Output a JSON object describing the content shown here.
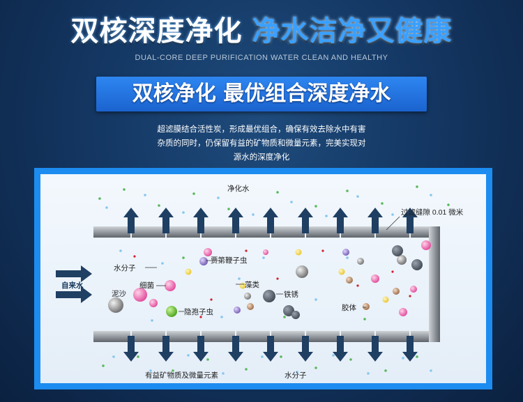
{
  "header": {
    "title_white": "双核深度净化",
    "title_blue": "净水洁净又健康",
    "subtitle": "DUAL-CORE DEEP PURIFICATION WATER CLEAN AND HEALTHY"
  },
  "banner": {
    "label": "双核净化 最优组合深度净水"
  },
  "description": {
    "lines": [
      "超滤膜结合活性炭，形成最优组合，确保有效去除水中有害",
      "杂质的同时，仍保留有益的矿物质和微量元素，完美实现对",
      "源水的深度净化"
    ]
  },
  "diagram": {
    "top_label": "净化水",
    "gap_label": "过滤缝隙 0.01 微米",
    "inlet_label": "自来水",
    "water_molecule_label": "水分子",
    "sediment_label": "泥沙",
    "bacteria_label": "细菌",
    "paramecium_label": "贾第鞭子虫",
    "algae_label": "藻类",
    "cryptosporidium_label": "隐孢子虫",
    "rust_label": "铁锈",
    "colloid_label": "胶体",
    "minerals_label": "有益矿物质及微量元素",
    "bottom_water_label": "水分子",
    "colors": {
      "arrow": "#1f3f63",
      "membrane": "#8f959b",
      "panel_border": "#1d8cf0",
      "bacteria": "#e65aa0",
      "cryptosporidium": "#5fbf2a",
      "algae": "#f1d94a",
      "rust": "#5b6470",
      "paramecium": "#8a6fc2",
      "mineral_dot": "#59b85a",
      "water_dot": "#86c7ee",
      "red_dot": "#d0202c"
    }
  }
}
